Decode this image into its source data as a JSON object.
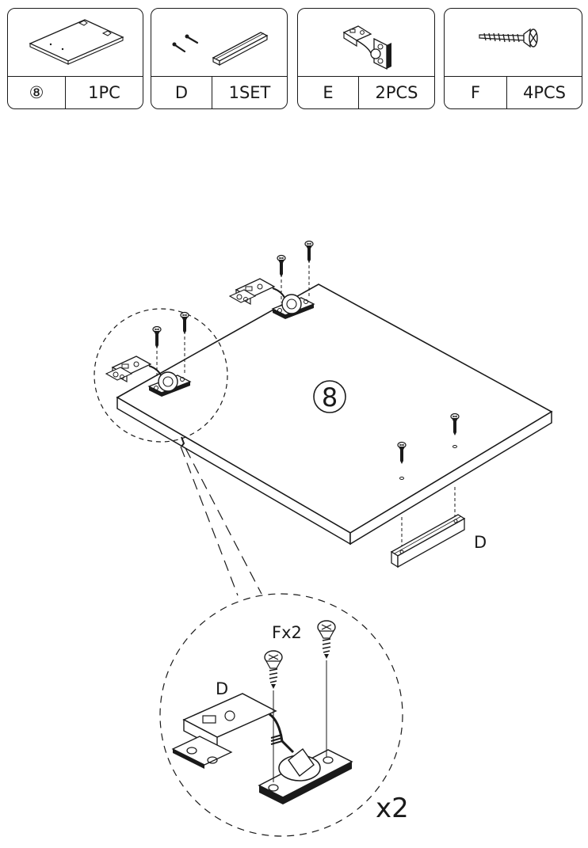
{
  "parts": [
    {
      "id": "⑧",
      "qty": "1PC",
      "icon": "board-panel-icon"
    },
    {
      "id": "D",
      "qty": "1SET",
      "icon": "handle-with-screws-icon"
    },
    {
      "id": "E",
      "qty": "2PCS",
      "icon": "hinge-icon"
    },
    {
      "id": "F",
      "qty": "4PCS",
      "icon": "screw-icon"
    }
  ],
  "diagram": {
    "panel_label": "8",
    "handle_label": "D",
    "detail_hinge_label": "D",
    "detail_screw_label": "Fx2",
    "detail_multiplier": "x2"
  }
}
